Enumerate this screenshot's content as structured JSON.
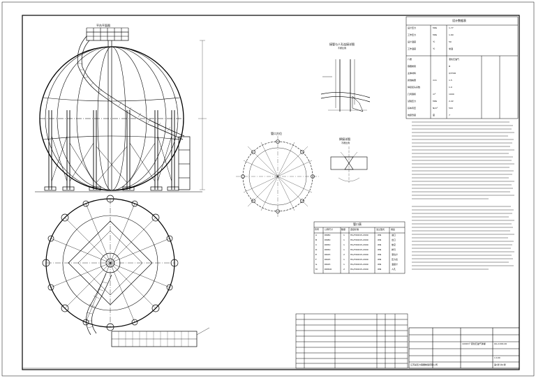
{
  "drawing": {
    "view_labels": {
      "platform_view": "平台平面图",
      "nozzle_detail": "接管与人孔连接详图",
      "nozzle_scale": "不按比例",
      "orientation_view": "管口方位",
      "weld_detail": "焊接详图",
      "weld_scale": "不按比例",
      "nozzle_table_title": "管口表"
    },
    "nozzle_table": {
      "headers": [
        "符号",
        "公称尺寸",
        "数量",
        "连接标准",
        "法兰型式",
        "用途"
      ],
      "rows": [
        [
          "A",
          "DN80",
          "1",
          "HG/T20615-2009",
          "WN",
          "进口"
        ],
        [
          "B",
          "DN80",
          "1",
          "HG/T20615-2009",
          "WN",
          "出口"
        ],
        [
          "C",
          "DN50",
          "1",
          "HG/T20615-2009",
          "WN",
          "放空"
        ],
        [
          "D",
          "DN50",
          "1",
          "HG/T20615-2009",
          "WN",
          "排污"
        ],
        [
          "E",
          "DN25",
          "2",
          "HG/T20615-2009",
          "WN",
          "液位计"
        ],
        [
          "F",
          "DN25",
          "1",
          "HG/T20615-2009",
          "WN",
          "压力表"
        ],
        [
          "G",
          "DN25",
          "1",
          "HG/T20615-2009",
          "WN",
          "温度计"
        ],
        [
          "M",
          "DN500",
          "2",
          "HG/T20615-2009",
          "WN",
          "人孔"
        ]
      ]
    },
    "spec_table": {
      "title": "设计数据表",
      "rows": [
        [
          "设计压力",
          "MPa",
          "1.77"
        ],
        [
          "工作压力",
          "MPa",
          "1.60"
        ],
        [
          "设计温度",
          "℃",
          "50"
        ],
        [
          "工作温度",
          "℃",
          "常温"
        ],
        [
          "介质",
          "",
          "液化石油气"
        ],
        [
          "容器类别",
          "",
          "Ⅲ"
        ],
        [
          "主体材料",
          "",
          "Q370R"
        ],
        [
          "腐蚀裕量",
          "mm",
          "1.5"
        ],
        [
          "焊接接头系数",
          "",
          "1.0"
        ],
        [
          "几何容积",
          "m³",
          "1000"
        ],
        [
          "试验压力",
          "MPa",
          "2.22"
        ],
        [
          "基本风压",
          "N/m²",
          "500"
        ],
        [
          "地震烈度",
          "度",
          "7"
        ]
      ]
    },
    "title_block": {
      "company": "江苏某压力容器制造有限公司",
      "drawing_name": "1000m³ 液化石油气球罐",
      "drawing_no": "QG-1000-00",
      "scale": "1:100",
      "sheet": "第1张 共1张"
    }
  }
}
